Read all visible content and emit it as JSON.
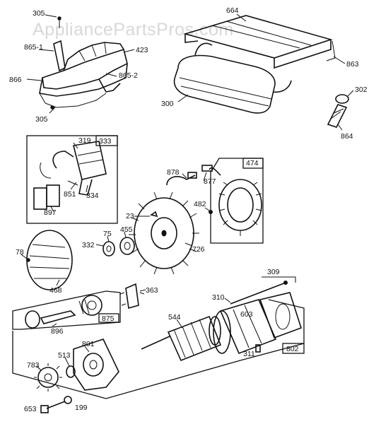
{
  "watermark": "AppliancePartsPros.com",
  "colors": {
    "ink": "#111111",
    "watermark": "#d8d8d8",
    "background": "#ffffff"
  },
  "callouts": {
    "c305a": "305",
    "c865_1": "865-1",
    "c423": "423",
    "c866": "866",
    "c865_2": "865-2",
    "c305b": "305",
    "c664": "664",
    "c863": "863",
    "c300": "300",
    "c302": "302",
    "c864": "864",
    "c319": "319",
    "c333": "333",
    "c851": "851",
    "c334": "334",
    "c897": "897",
    "c878": "878",
    "c877": "877",
    "c474": "474",
    "c482": "482",
    "c23": "23",
    "c75": "75",
    "c455": "455",
    "c332": "332",
    "c726": "726",
    "c78": "78",
    "c468": "468",
    "c309": "309",
    "c310": "310",
    "c363": "363",
    "c544": "544",
    "c603": "603",
    "c896": "896",
    "c875": "875",
    "c801": "801",
    "c513": "513",
    "c311": "311",
    "c802": "802",
    "c783": "783",
    "c653": "653",
    "c199": "199"
  }
}
